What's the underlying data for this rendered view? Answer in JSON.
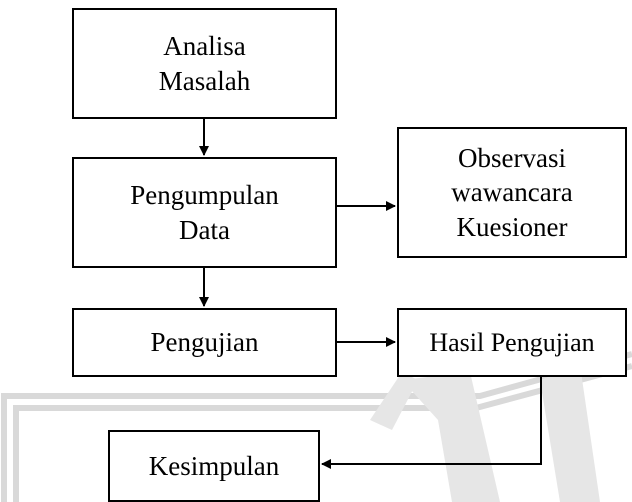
{
  "nodes": {
    "analisa": {
      "lines": [
        "Analisa",
        "Masalah"
      ]
    },
    "pengumpulan": {
      "lines": [
        "Pengumpulan",
        "Data"
      ]
    },
    "observasi": {
      "lines": [
        "Observasi",
        "wawancara",
        "Kuesioner"
      ]
    },
    "pengujian": {
      "lines": [
        "Pengujian"
      ]
    },
    "hasil": {
      "lines": [
        "Hasil Pengujian"
      ]
    },
    "kesimpulan": {
      "lines": [
        "Kesimpulan"
      ]
    }
  },
  "colors": {
    "stroke": "#000000",
    "watermark": "#d9d9d9",
    "background": "#ffffff"
  }
}
